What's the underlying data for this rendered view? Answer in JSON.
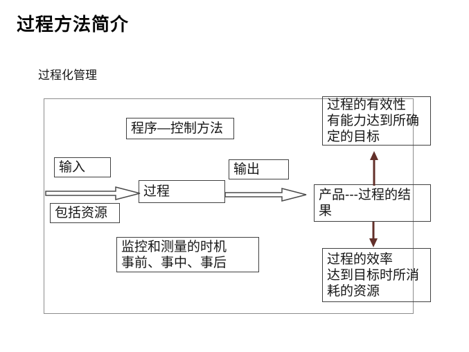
{
  "slide": {
    "title": "过程方法简介",
    "subtitle": "过程化管理"
  },
  "diagram": {
    "procedure": {
      "label": "程序—控制方法"
    },
    "input": {
      "label": "输入"
    },
    "output": {
      "label": "输出"
    },
    "process": {
      "label": "过程"
    },
    "resources": {
      "label": "包括资源"
    },
    "product": {
      "lines": [
        "产品---过程的结",
        "果"
      ]
    },
    "monitoring": {
      "lines": [
        "监控和测量的时机",
        "事前、事中、事后"
      ]
    },
    "effectiveness": {
      "lines": [
        "过程的有效性",
        "有能力达到所确",
        "定的目标"
      ]
    },
    "efficiency": {
      "lines": [
        "过程的效率",
        "达到目标时所消",
        "耗的资源"
      ]
    },
    "colors": {
      "accent_arrow": "#63302a",
      "flow_arrow_stroke": "#4a4a4a",
      "flow_arrow_fill": "#ffffff",
      "box_border": "#3f3f3f",
      "frame_border": "#8c8c8c"
    }
  }
}
